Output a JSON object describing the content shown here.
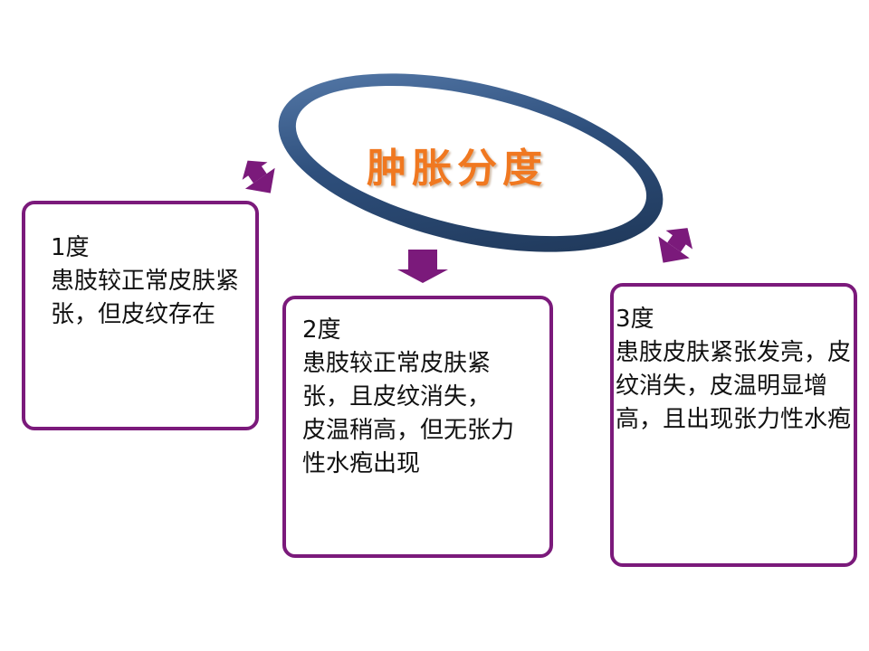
{
  "title": "肿胀分度",
  "colors": {
    "title": "#f07820",
    "box_border": "#7b1a7b",
    "arrow": "#7b1a7b",
    "ring": "#2e4f7c"
  },
  "levels": [
    {
      "label": "1度",
      "text": "患肢较正常皮肤紧张，但皮纹存在"
    },
    {
      "label": "2度",
      "text": "患肢较正常皮肤紧张，且皮纹消失， 皮温稍高，但无张力性水疱出现"
    },
    {
      "label": "3度",
      "text": "患肢皮肤紧张发亮，皮纹消失，皮温明显增高，且出现张力性水疱"
    }
  ]
}
